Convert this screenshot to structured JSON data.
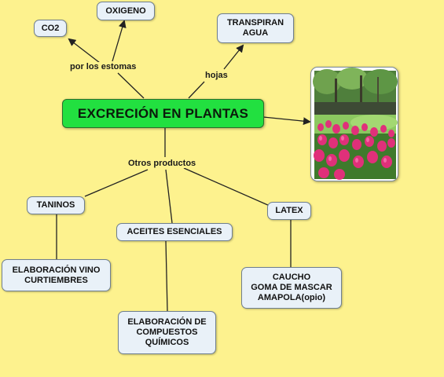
{
  "central": {
    "label": "EXCRECIÓN EN PLANTAS"
  },
  "link_labels": {
    "estomas": "por los estomas",
    "hojas": "hojas",
    "otros": "Otros productos"
  },
  "nodes": {
    "co2": "CO2",
    "oxigeno": "OXIGENO",
    "transpiran": [
      "TRANSPIRAN",
      "AGUA"
    ],
    "taninos": "TANINOS",
    "aceites": "ACEITES ESENCIALES",
    "latex": "LATEX",
    "vino": [
      "ELABORACIÓN VINO",
      "CURTIEMBRES"
    ],
    "compuestos": [
      "ELABORACIÓN DE",
      "COMPUESTOS",
      "QUÍMICOS"
    ],
    "caucho": [
      "CAUCHO",
      "GOMA DE MASCAR",
      "AMAPOLA(opio)"
    ]
  },
  "image": {
    "subject": "garden with pink tulips"
  },
  "colors": {
    "background": "#fdf28e",
    "central_fill": "#22e040",
    "node_fill": "#e9f1f8",
    "connector": "#222222"
  }
}
